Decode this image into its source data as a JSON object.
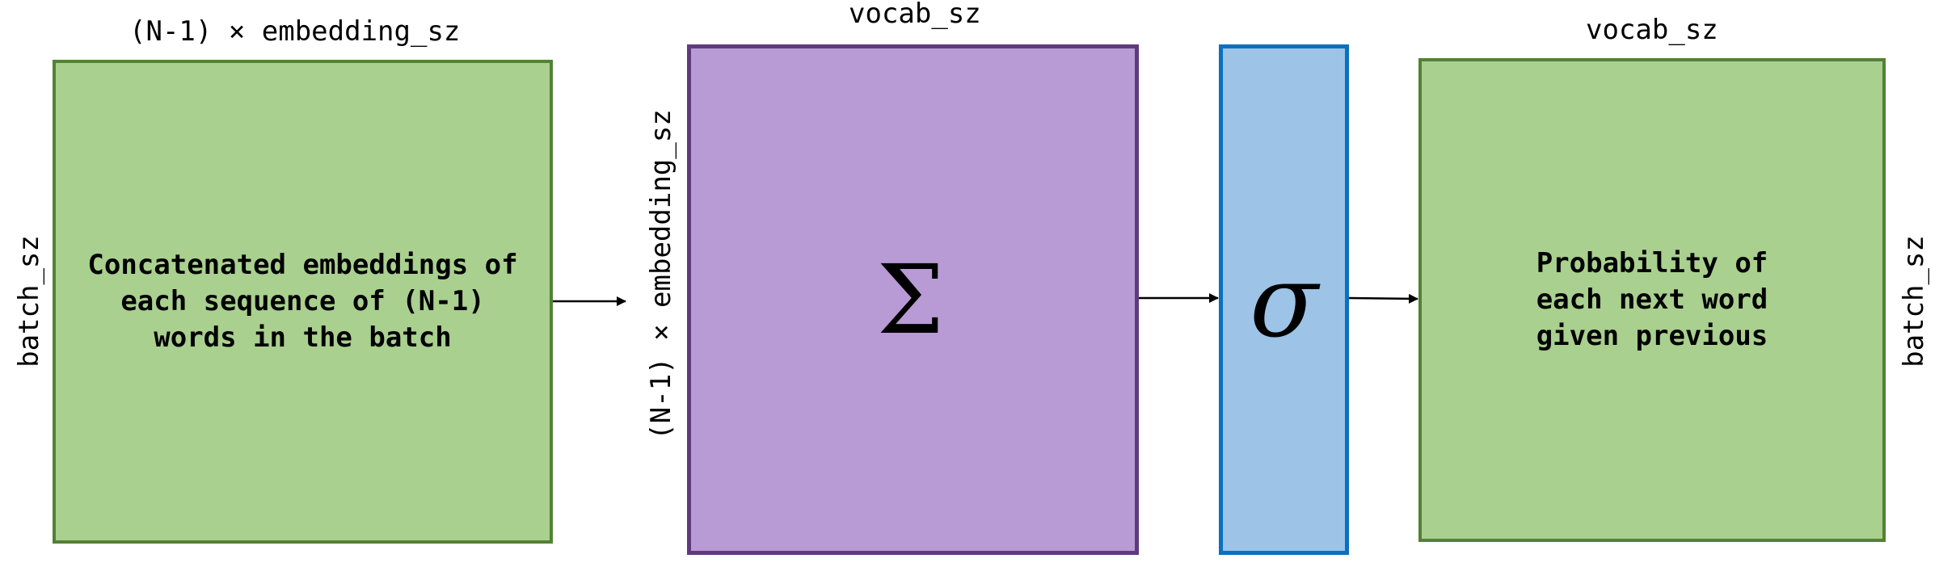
{
  "labels": {
    "input_width": "(N-1) × embedding_sz",
    "input_height": "batch_sz",
    "weights_height": "(N-1) × embedding_sz",
    "weights_width": "vocab_sz",
    "output_width": "vocab_sz",
    "output_height": "batch_sz"
  },
  "boxes": {
    "input": {
      "text": "Concatenated embeddings of\neach sequence of (N-1)\nwords in the batch",
      "fill": "#a9d08e",
      "border": "#538135"
    },
    "weights": {
      "symbol": "Σ",
      "fill": "#b89bd4",
      "border": "#5f3a7e"
    },
    "activation": {
      "symbol": "σ",
      "fill": "#9dc3e6",
      "border": "#0b70c0"
    },
    "output": {
      "text": "Probability of\neach next word\ngiven previous",
      "fill": "#a9d08e",
      "border": "#538135"
    }
  }
}
